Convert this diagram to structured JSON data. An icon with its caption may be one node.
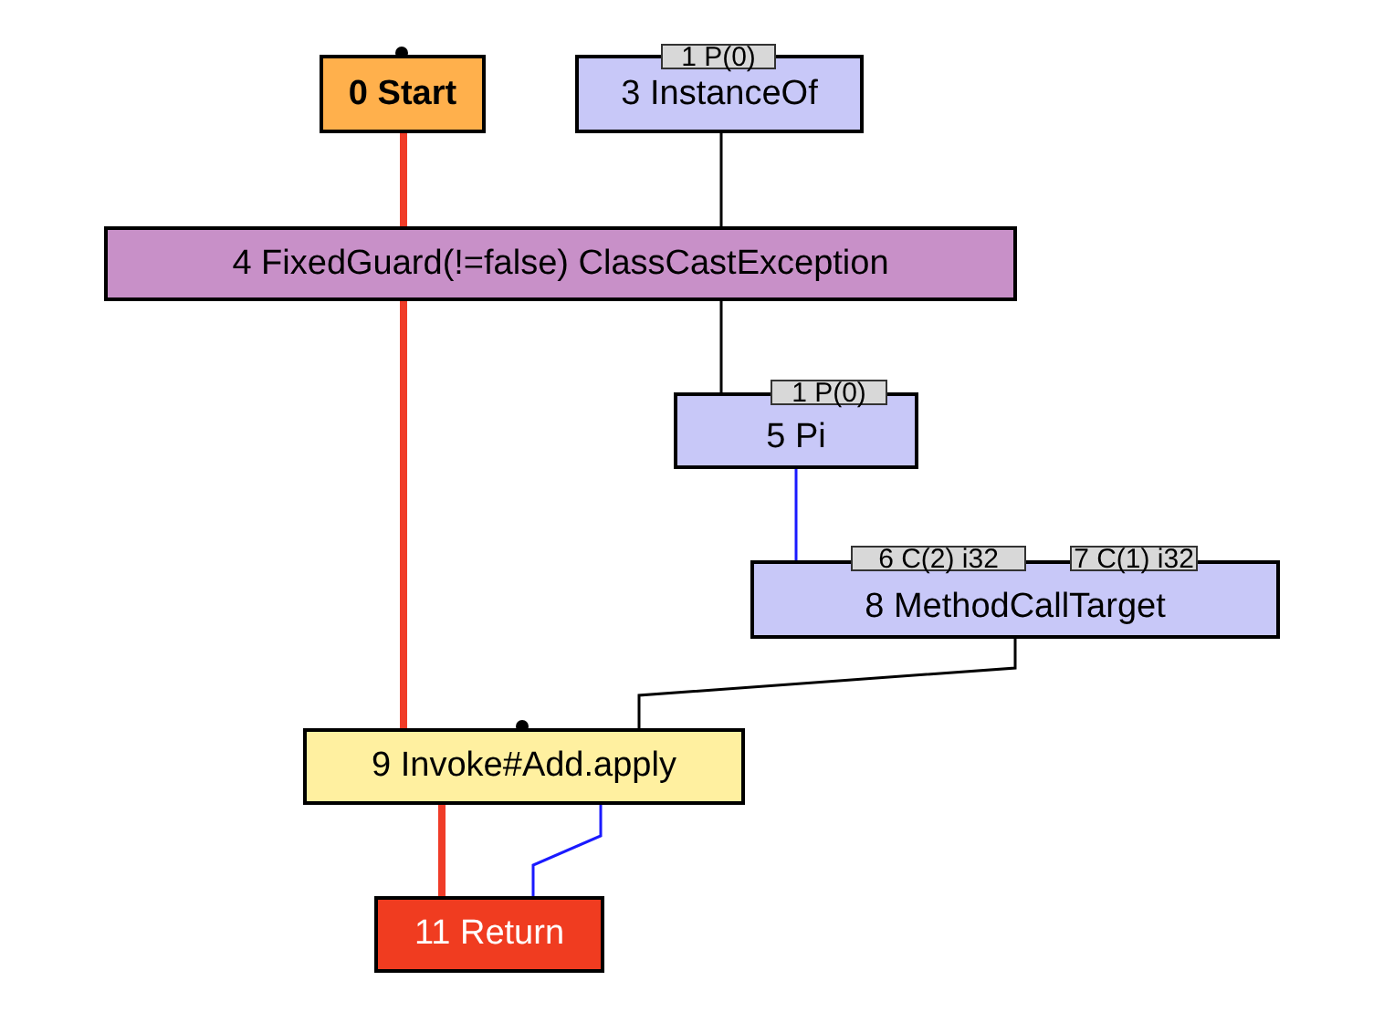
{
  "diagram": {
    "nodes": [
      {
        "text": [
          "0 Start"
        ]
      },
      {
        "text": [
          "1 P(0)"
        ]
      },
      {
        "text": [
          "3 InstanceOf"
        ]
      },
      {
        "text": [
          "4 FixedGuard(!=false) ClassCastException"
        ]
      },
      {
        "text": [
          "1 P(0)"
        ]
      },
      {
        "text": [
          "5 Pi"
        ]
      },
      {
        "text": [
          "6 C(2) i32"
        ]
      },
      {
        "text": [
          "7 C(1) i32"
        ]
      },
      {
        "text": [
          "8 MethodCallTarget"
        ]
      },
      {
        "text": [
          "9 Invoke#Add.apply"
        ]
      },
      {
        "text": [
          "11 Return"
        ]
      }
    ],
    "edges": [
      {
        "from": 0,
        "to": 3,
        "arrow": "none",
        "style": "thick",
        "color": "#f03c28"
      },
      {
        "from": 3,
        "to": 9,
        "arrow": "none",
        "style": "thick",
        "color": "#f03c28"
      },
      {
        "from": 2,
        "to": 3,
        "arrow": "none",
        "color": "#000000"
      },
      {
        "from": 3,
        "to": 5,
        "arrow": "none",
        "color": "#000000"
      },
      {
        "from": 5,
        "to": 8,
        "arrow": "none",
        "color": "#1a1aff"
      },
      {
        "from": 8,
        "to": 9,
        "arrow": "none",
        "color": "#000000"
      },
      {
        "from": 9,
        "to": 10,
        "arrow": "none",
        "style": "thick",
        "color": "#f03c28"
      },
      {
        "from": 9,
        "to": 10,
        "arrow": "none",
        "color": "#1a1aff"
      }
    ]
  }
}
